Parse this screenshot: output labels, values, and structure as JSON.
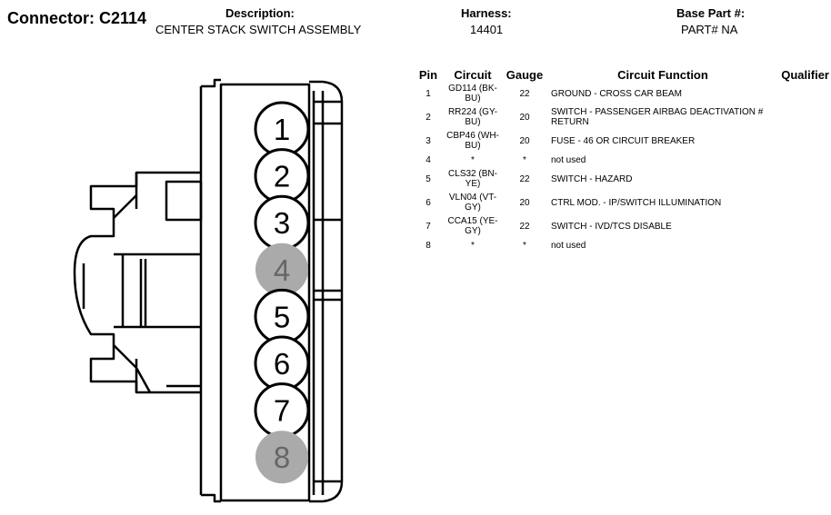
{
  "header": {
    "connector": "Connector: C2114",
    "description_label": "Description:",
    "description": "CENTER STACK SWITCH ASSEMBLY",
    "harness_label": "Harness:",
    "harness": "14401",
    "base_part_label": "Base Part #:",
    "base_part": "PART# NA"
  },
  "table": {
    "columns": [
      "Pin",
      "Circuit",
      "Gauge",
      "Circuit Function",
      "Qualifier"
    ],
    "rows": [
      {
        "pin": "1",
        "circuit": "GD114 (BK-BU)",
        "gauge": "22",
        "function": "GROUND - CROSS CAR BEAM",
        "qualifier": ""
      },
      {
        "pin": "2",
        "circuit": "RR224 (GY-BU)",
        "gauge": "20",
        "function": "SWITCH - PASSENGER AIRBAG DEACTIVATION # RETURN",
        "qualifier": ""
      },
      {
        "pin": "3",
        "circuit": "CBP46 (WH-BU)",
        "gauge": "20",
        "function": "FUSE - 46 OR CIRCUIT BREAKER",
        "qualifier": ""
      },
      {
        "pin": "4",
        "circuit": "*",
        "gauge": "*",
        "function": "not used",
        "qualifier": ""
      },
      {
        "pin": "5",
        "circuit": "CLS32 (BN-YE)",
        "gauge": "22",
        "function": "SWITCH - HAZARD",
        "qualifier": ""
      },
      {
        "pin": "6",
        "circuit": "VLN04 (VT-GY)",
        "gauge": "20",
        "function": "CTRL MOD. - IP/SWITCH ILLUMINATION",
        "qualifier": ""
      },
      {
        "pin": "7",
        "circuit": "CCA15 (YE-GY)",
        "gauge": "22",
        "function": "SWITCH - IVD/TCS DISABLE",
        "qualifier": ""
      },
      {
        "pin": "8",
        "circuit": "*",
        "gauge": "*",
        "function": "not used",
        "qualifier": ""
      }
    ]
  },
  "connector_pins": [
    {
      "label": "1",
      "used": true
    },
    {
      "label": "2",
      "used": true
    },
    {
      "label": "3",
      "used": true
    },
    {
      "label": "4",
      "used": false
    },
    {
      "label": "5",
      "used": true
    },
    {
      "label": "6",
      "used": true
    },
    {
      "label": "7",
      "used": true
    },
    {
      "label": "8",
      "used": false
    }
  ],
  "colors": {
    "unused_pin_fill": "#aaaaaa",
    "unused_pin_text": "#666666",
    "used_pin_fill": "#ffffff",
    "stroke": "#000000"
  }
}
